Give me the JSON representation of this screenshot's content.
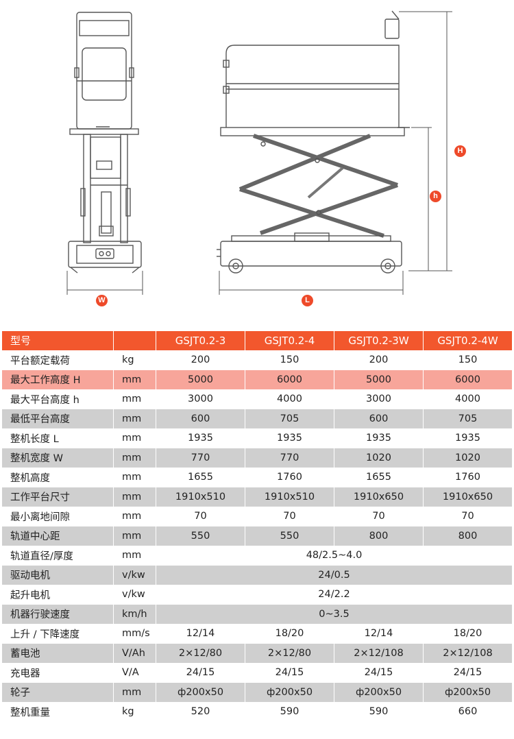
{
  "colors": {
    "accent": "#f2572d",
    "highlight_row": "#f7a59a",
    "grey_row": "#cfcfcf",
    "white_row": "#ffffff",
    "marker": "#ee4a2a"
  },
  "drawing": {
    "markers": {
      "w": "W",
      "l": "L",
      "h_upper": "H",
      "h_lower": "h"
    }
  },
  "table": {
    "header": [
      "型号",
      "",
      "GSJT0.2-3",
      "GSJT0.2-4",
      "GSJT0.2-3W",
      "GSJT0.2-4W"
    ],
    "rows": [
      {
        "param": "平台额定载荷",
        "unit": "kg",
        "values": [
          "200",
          "150",
          "200",
          "150"
        ],
        "style": "white"
      },
      {
        "param": "最大工作高度 H",
        "unit": "mm",
        "values": [
          "5000",
          "6000",
          "5000",
          "6000"
        ],
        "style": "highlight"
      },
      {
        "param": "最大平台高度 h",
        "unit": "mm",
        "values": [
          "3000",
          "4000",
          "3000",
          "4000"
        ],
        "style": "white"
      },
      {
        "param": "最低平台高度",
        "unit": "mm",
        "values": [
          "600",
          "705",
          "600",
          "705"
        ],
        "style": "grey"
      },
      {
        "param": "整机长度 L",
        "unit": "mm",
        "values": [
          "1935",
          "1935",
          "1935",
          "1935"
        ],
        "style": "white"
      },
      {
        "param": "整机宽度 W",
        "unit": "mm",
        "values": [
          "770",
          "770",
          "1020",
          "1020"
        ],
        "style": "grey"
      },
      {
        "param": "整机高度",
        "unit": "mm",
        "values": [
          "1655",
          "1760",
          "1655",
          "1760"
        ],
        "style": "white"
      },
      {
        "param": "工作平台尺寸",
        "unit": "mm",
        "values": [
          "1910x510",
          "1910x510",
          "1910x650",
          "1910x650"
        ],
        "style": "grey"
      },
      {
        "param": "最小离地间隙",
        "unit": "mm",
        "values": [
          "70",
          "70",
          "70",
          "70"
        ],
        "style": "white"
      },
      {
        "param": "轨道中心距",
        "unit": "mm",
        "values": [
          "550",
          "550",
          "800",
          "800"
        ],
        "style": "grey"
      },
      {
        "param": "轨道直径/厚度",
        "unit": "mm",
        "values": [
          "48/2.5~4.0"
        ],
        "style": "white"
      },
      {
        "param": "驱动电机",
        "unit": "v/kw",
        "values": [
          "24/0.5"
        ],
        "style": "grey"
      },
      {
        "param": "起升电机",
        "unit": "v/kw",
        "values": [
          "24/2.2"
        ],
        "style": "white"
      },
      {
        "param": "机器行驶速度",
        "unit": "km/h",
        "values": [
          "0~3.5"
        ],
        "style": "grey"
      },
      {
        "param": "上升 / 下降速度",
        "unit": "mm/s",
        "values": [
          "12/14",
          "18/20",
          "12/14",
          "18/20"
        ],
        "style": "white"
      },
      {
        "param": "蓄电池",
        "unit": "V/Ah",
        "values": [
          "2×12/80",
          "2×12/80",
          "2×12/108",
          "2×12/108"
        ],
        "style": "grey"
      },
      {
        "param": "充电器",
        "unit": "V/A",
        "values": [
          "24/15",
          "24/15",
          "24/15",
          "24/15"
        ],
        "style": "white"
      },
      {
        "param": "轮子",
        "unit": "mm",
        "values": [
          "ф200x50",
          "ф200x50",
          "ф200x50",
          "ф200x50"
        ],
        "style": "grey"
      },
      {
        "param": "整机重量",
        "unit": "kg",
        "values": [
          "520",
          "590",
          "590",
          "660"
        ],
        "style": "white"
      }
    ]
  }
}
